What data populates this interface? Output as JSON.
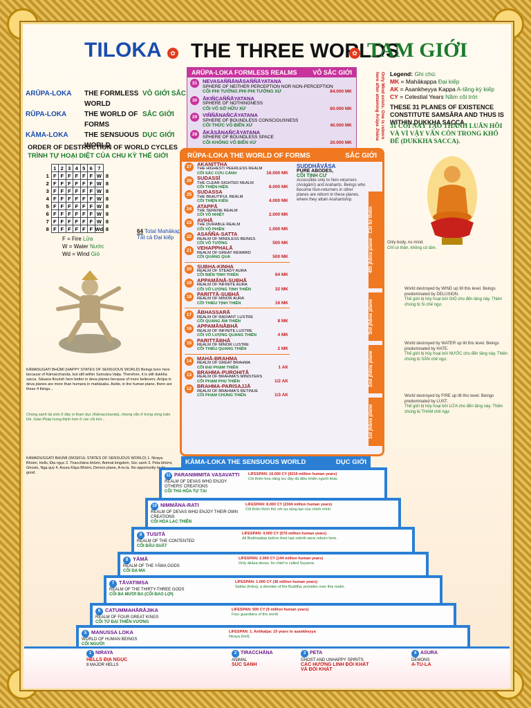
{
  "title": {
    "left": "TILOKA",
    "center": "THE THREE WORLDS",
    "right": "TAM GIỚI"
  },
  "worlds": [
    {
      "pali": "ARŪPA-LOKA",
      "en": "THE FORMLESS WORLD",
      "vn": "VÔ GIỚI SẮC"
    },
    {
      "pali": "RŪPA-LOKA",
      "en": "THE WORLD OF FORMS",
      "vn": "SẮC GIỚI"
    },
    {
      "pali": "KĀMA-LOKA",
      "en": "THE SENSUOUS WORLD",
      "vn": "DỤC GIỚI"
    }
  ],
  "destruction": {
    "title": "ORDER OF DESTRUCTION OF WORLD CYCLES",
    "title_vn": "TRÌNH TỰ HOẠI DIỆT CỦA CHU KỲ THẾ GIỚI",
    "header": [
      "1",
      "2",
      "3",
      "4",
      "5",
      "6",
      "7"
    ],
    "rows": [
      [
        "1",
        "F",
        "F",
        "F",
        "F",
        "F",
        "F",
        "W",
        "8"
      ],
      [
        "2",
        "F",
        "F",
        "F",
        "F",
        "F",
        "F",
        "W",
        "8"
      ],
      [
        "3",
        "F",
        "F",
        "F",
        "F",
        "F",
        "F",
        "W",
        "8"
      ],
      [
        "4",
        "F",
        "F",
        "F",
        "F",
        "F",
        "F",
        "W",
        "8"
      ],
      [
        "5",
        "F",
        "F",
        "F",
        "F",
        "F",
        "F",
        "W",
        "8"
      ],
      [
        "6",
        "F",
        "F",
        "F",
        "F",
        "F",
        "F",
        "W",
        "8"
      ],
      [
        "7",
        "F",
        "F",
        "F",
        "F",
        "F",
        "F",
        "W",
        "8"
      ],
      [
        "8",
        "F",
        "F",
        "F",
        "F",
        "F",
        "F",
        "Wd",
        "8"
      ]
    ],
    "total_value": "64",
    "total_label": "Total Mahākappa",
    "total_label_vn": "Tất cả Đại kiếp",
    "legend": [
      {
        "k": "F = Fire",
        "v": "Lửa"
      },
      {
        "k": "W = Water",
        "v": "Nước"
      },
      {
        "k": "Wd = Wind",
        "v": "Gió"
      }
    ]
  },
  "arupa": {
    "head": "ARŪPA-LOKA   FORMLESS REALMS",
    "head_vn": "VÔ SẮC GIỚI",
    "realms": [
      {
        "n": "31",
        "name": "NEVASAÑÑĀNĀSAÑÑĀYATANA",
        "en": "SPHERE OF NEITHER PERCEPTION NOR NON-PERCEPTION",
        "vn": "CÕI PHI TƯỞNG PHI PHI TƯỞNG XỨ",
        "mk": "84.000 MK"
      },
      {
        "n": "30",
        "name": "ĀKIÑCAÑÑĀYATANA",
        "en": "SPHERE OF NOTHINGNESS",
        "vn": "CÕI VÔ SỞ HỮU XỨ",
        "mk": "60.000 MK"
      },
      {
        "n": "29",
        "name": "VIÑÑĀNAÑCĀYATANA",
        "en": "SPHERE OF BOUNDLESS CONSCIOUSNESS",
        "vn": "CÕI THỨC VÔ BIÊN XỨ",
        "mk": "40.000 MK"
      },
      {
        "n": "28",
        "name": "ĀKĀSĀNAÑCĀYATANA",
        "en": "SPHERE OF BOUNDLESS SPACE",
        "vn": "CÕI KHÔNG VÔ BIÊN XỨ",
        "mk": "20.000 MK"
      }
    ]
  },
  "rupa": {
    "head": "RŪPA-LOKA   THE WORLD OF FORMS",
    "head_vn": "SẮC GIỚI",
    "realms": [
      {
        "n": "27",
        "name": "AKANITTHA",
        "en": "THE HIGHEST/ PEERLESS REALM",
        "vn": "CÕI SẮC CỨU CÁNH",
        "mk": "16.000 MK"
      },
      {
        "n": "26",
        "name": "SUDASSĪ",
        "en": "THE CLEAR-SIGHTED REALM",
        "vn": "CÕI THIỆN HIỆN",
        "mk": "8.000 MK"
      },
      {
        "n": "25",
        "name": "SUDASSA",
        "en": "THE BEAUTIFUL REALM",
        "vn": "CÕI THIỆN KIẾN",
        "mk": "4.000 MK"
      },
      {
        "n": "24",
        "name": "ATAPPĀ",
        "en": "THE SERENE REALM",
        "vn": "CÕI VÔ NHIỆT",
        "mk": "2.000 MK"
      },
      {
        "n": "23",
        "name": "AVIHĀ",
        "en": "THE DURABLE REALM",
        "vn": "CÕI VÔ PHIỀN",
        "mk": "1.000 MK"
      },
      {
        "n": "22",
        "name": "ASAÑÑA-SATTA",
        "en": "REALM OF MINDLESS BEINGS",
        "vn": "CÕI VÔ TƯỞNG",
        "mk": "500 MK"
      },
      {
        "n": "21",
        "name": "VEHAPPHALĀ",
        "en": "REALM OF GREAT REWARD",
        "vn": "CÕI QUẢNG QUẢ",
        "mk": "500 MK"
      },
      {
        "n": "20",
        "name": "SUBHA-KINHA",
        "en": "REALM OF STEADY AURA",
        "vn": "CÕI BIẾN TỊNH THIÊN",
        "mk": "64 MK"
      },
      {
        "n": "19",
        "name": "APPAMĀNĀ-SUBHĀ",
        "en": "REALM OF INFINITE AURA",
        "vn": "CÕI VÔ LƯỢNG TỊNH THIÊN",
        "mk": "32 MK"
      },
      {
        "n": "18",
        "name": "PARITTĀ-SUBHĀ",
        "en": "REALM OF MINOR AURA",
        "vn": "CÕI THIỂU TỊNH THIÊN",
        "mk": "16 MK"
      },
      {
        "n": "17",
        "name": "ĀBHASSARĀ",
        "en": "REALM OF RADIANT LUSTRE",
        "vn": "CÕI QUANG ÂM THIÊN",
        "mk": "8 MK"
      },
      {
        "n": "16",
        "name": "APPAMĀNĀBHĀ",
        "en": "REALM OF INFINITE LUSTRE",
        "vn": "CÕI VÔ LƯỢNG QUANG THIÊN",
        "mk": "4 MK"
      },
      {
        "n": "15",
        "name": "PARITTĀBHĀ",
        "en": "REALM OF MINOR LUSTRE",
        "vn": "CÕI THIỂU QUANG THIÊN",
        "mk": "2 MK"
      },
      {
        "n": "14",
        "name": "MAHĀ-BRAHMA",
        "en": "REALM OF GREAT BRAHMA",
        "vn": "CÕI ĐẠI PHẠM THIÊN",
        "mk": "1 AK"
      },
      {
        "n": "13",
        "name": "BRAHMA-PUROHITĀ",
        "en": "REALM OF BRAHMA'S MINISTERS",
        "vn": "CÕI PHẠM PHỤ THIÊN",
        "mk": "1/2 AK"
      },
      {
        "n": "12",
        "name": "BRAHMA-PARISAJJĀ",
        "en": "REALM OF BRAHMA'S RETINUE",
        "vn": "CÕI PHẠM CHÚNG THIÊN",
        "mk": "1/3 AK"
      }
    ],
    "abodes_title": "SUDDHĀVĀSA",
    "abodes_en": "PURE ABODES,",
    "abodes_vn": "CÕI TỊNH CƯ",
    "jhana": [
      "4th jhāna plane",
      "3rd jhāna plane",
      "2nd jhāna plane",
      "1st jhāna plane"
    ],
    "jhana_vn": [
      "Cõi tứ thiền",
      "Cõi tam thiền",
      "Cõi nhị thiền",
      "Cõi sơ thiền"
    ]
  },
  "legend": {
    "title": "Legend:",
    "title_vn": "Ghi chú:",
    "items": [
      {
        "k": "MK",
        "v": "= Mahākappa",
        "vn": "Đại kiếp"
      },
      {
        "k": "AK",
        "v": "= Asankheyya Kappa",
        "vn": "A-tăng-kỳ kiếp"
      },
      {
        "k": "CY",
        "v": "= Celestial Years",
        "vn": "Năm cõi trời"
      }
    ]
  },
  "planes_text": {
    "en": "THESE 31 PLANES OF EXISTENCE CONSTITUTE SAMSĀRA AND THUS IS WITHIN DUKKHA SACCA.",
    "vn": "31 CÕI NÀY TẠO THÀNH LUÂN HỒI VÀ VÌ VẬY VẪN CÒN TRONG KHỔ ĐẾ (DUKKHA SACCA)."
  },
  "only_mind": "Only Mind exists. One is reborn here after attaining Arūpa Jhāna",
  "only_body": {
    "en": "Only body, no mind.",
    "vn": "Chỉ có thân, không có tâm."
  },
  "notes": [
    {
      "en": "World destroyed by WIND up till this level. Beings predominated by DELUSION.",
      "vn": "Thế giới bị hủy hoại bởi GIÓ cho đến tầng này. Thiên chúng bị Si chế ngự."
    },
    {
      "en": "World destroyed by WATER up till this level. Beings predominated by HATE.",
      "vn": "Thế giới bị hủy hoại bởi NƯỚC cho đến tầng này. Thiên chúng bị SÂN chế ngự."
    },
    {
      "en": "World destroyed by FIRE up till this level. Beings predominated by LUST.",
      "vn": "Thế giới bị hủy hoại bởi LỬA cho đến tầng này. Thiên chúng bị THAM chế ngự."
    }
  ],
  "kama": {
    "head": "KĀMA-LOKA   THE SENSUOUS WORLD",
    "head_vn": "DỤC GIỚI",
    "steps": [
      {
        "n": "11",
        "name": "PARANIMMITA VASAVATTI",
        "en": "REALM OF DEVAS WHO ENJOY OTHERS' CREATIONS",
        "vn": "CÕI THA HÓA TỰ TẠI",
        "info": "LIFESPAN: 16.000 CY (9216 million human years)",
        "vn2": "Cõi thiên hóa năng lực đầy đủ điều khiển người khác"
      },
      {
        "n": "10",
        "name": "NIMMĀNA-RATI",
        "en": "REALM OF DEVAS WHO ENJOY THEIR OWN CREATIONS",
        "vn": "CÕI HÓA LẠC THIÊN",
        "info": "LIFESPAN: 8.000 CY (2304 million human years)",
        "vn2": "Cõi thiên thích thú với sự sáng tạo của chính mình"
      },
      {
        "n": "9",
        "name": "TUSITĀ",
        "en": "REALM OF THE CONTENTED",
        "vn": "CÕI ĐÂU-SUẤT",
        "info": "LIFESPAN: 4.000 CY (576 million human years)",
        "vn2": "All Bodhisattas before their last rebirth were reborn here."
      },
      {
        "n": "8",
        "name": "YĀMĀ",
        "en": "REALM OF THE YĀMA GODS",
        "vn": "CÕI DẠ-MA",
        "info": "LIFESPAN: 2.000 CY (144 million human years)",
        "vn2": "Only ākāsa devas. Its chief is called Suyama."
      },
      {
        "n": "7",
        "name": "TĀVATIMSA",
        "en": "REALM OF THE THIRTY-THREE GODS",
        "vn": "CÕI BA MƯƠI BA (CÕI ĐAO LỢI)",
        "info": "LIFESPAN: 1.000 CY (36 million human years)",
        "vn2": "Sakka (Indra), a devotee of the Buddha, presides over this realm."
      },
      {
        "n": "6",
        "name": "CATUMMAHĀRĀJIKA",
        "en": "REALM OF FOUR GREAT KINGS",
        "vn": "CÕI TỨ ĐẠI THIÊN VƯƠNG",
        "info": "LIFESPAN: 500 CY (9 million human years)",
        "vn2": "Four guardians of the world"
      },
      {
        "n": "5",
        "name": "MANUSSA LOKA",
        "en": "WORLD OF HUMAN BEINGS",
        "vn": "CÕI NGƯỜI",
        "info": "LIFESPAN: 1. Antikalpa: 10 years to asankheyya",
        "vn2": "Niraya (hell)"
      }
    ]
  },
  "bottom": [
    {
      "n": "1",
      "en": "NIRAYA",
      "vn": "HELLS ĐỊA NGỤC",
      "sub": "8 MAJOR HELLS"
    },
    {
      "n": "2",
      "en": "TIRACCHĀNA",
      "vn": "SÚC SANH",
      "sub": "ANIMAL"
    },
    {
      "n": "3",
      "en": "PETA",
      "vn": "CÁC HƯƠNG LINH ĐÓI KHÁT VÀ ĐÓI KHÁT",
      "sub": "GHOST AND UNHAPPY SPIRITS"
    },
    {
      "n": "4",
      "en": "ASURA",
      "vn": "A-TU-LA",
      "sub": "DEMONS"
    }
  ],
  "colors": {
    "arupa": "#c8329c",
    "rupa": "#f07820",
    "kama": "#2a7fd4"
  },
  "icons": {
    "lotus": "lotus-icon",
    "deity": "deity-figure",
    "buddha": "buddha-figure"
  }
}
